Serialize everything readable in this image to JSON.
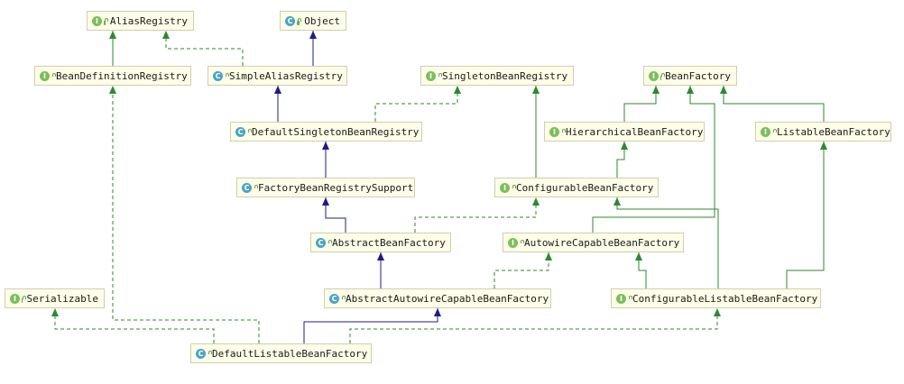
{
  "colors": {
    "implements": "#2d8a2d",
    "extends": "#1c1c8a",
    "interface_icon": "#7bbf5a",
    "class_icon": "#4aa3c9"
  },
  "icons": {
    "interface": "interface-icon",
    "class": "class-icon",
    "visibility": "lock-icon"
  },
  "nodes": {
    "aliasRegistry": {
      "label": "AliasRegistry",
      "kind": "interface"
    },
    "object": {
      "label": "Object",
      "kind": "class"
    },
    "beanDefinitionRegistry": {
      "label": "BeanDefinitionRegistry",
      "kind": "interface"
    },
    "simpleAliasRegistry": {
      "label": "SimpleAliasRegistry",
      "kind": "class"
    },
    "singletonBeanRegistry": {
      "label": "SingletonBeanRegistry",
      "kind": "interface"
    },
    "beanFactory": {
      "label": "BeanFactory",
      "kind": "interface"
    },
    "defaultSingletonBeanRegistry": {
      "label": "DefaultSingletonBeanRegistry",
      "kind": "class"
    },
    "hierarchicalBeanFactory": {
      "label": "HierarchicalBeanFactory",
      "kind": "interface"
    },
    "listableBeanFactory": {
      "label": "ListableBeanFactory",
      "kind": "interface"
    },
    "factoryBeanRegistrySupport": {
      "label": "FactoryBeanRegistrySupport",
      "kind": "class"
    },
    "configurableBeanFactory": {
      "label": "ConfigurableBeanFactory",
      "kind": "interface"
    },
    "abstractBeanFactory": {
      "label": "AbstractBeanFactory",
      "kind": "class"
    },
    "autowireCapableBeanFactory": {
      "label": "AutowireCapableBeanFactory",
      "kind": "interface"
    },
    "serializable": {
      "label": "Serializable",
      "kind": "interface"
    },
    "abstractAutowireCapableBeanFactory": {
      "label": "AbstractAutowireCapableBeanFactory",
      "kind": "class"
    },
    "configurableListableBeanFactory": {
      "label": "ConfigurableListableBeanFactory",
      "kind": "interface"
    },
    "defaultListableBeanFactory": {
      "label": "DefaultListableBeanFactory",
      "kind": "class"
    }
  },
  "edges": [
    {
      "from": "beanDefinitionRegistry",
      "to": "aliasRegistry",
      "type": "extends-interface"
    },
    {
      "from": "simpleAliasRegistry",
      "to": "aliasRegistry",
      "type": "implements"
    },
    {
      "from": "simpleAliasRegistry",
      "to": "object",
      "type": "extends"
    },
    {
      "from": "defaultSingletonBeanRegistry",
      "to": "simpleAliasRegistry",
      "type": "extends"
    },
    {
      "from": "defaultSingletonBeanRegistry",
      "to": "singletonBeanRegistry",
      "type": "implements"
    },
    {
      "from": "hierarchicalBeanFactory",
      "to": "beanFactory",
      "type": "extends-interface"
    },
    {
      "from": "listableBeanFactory",
      "to": "beanFactory",
      "type": "extends-interface"
    },
    {
      "from": "factoryBeanRegistrySupport",
      "to": "defaultSingletonBeanRegistry",
      "type": "extends"
    },
    {
      "from": "configurableBeanFactory",
      "to": "hierarchicalBeanFactory",
      "type": "extends-interface"
    },
    {
      "from": "configurableBeanFactory",
      "to": "singletonBeanRegistry",
      "type": "extends-interface"
    },
    {
      "from": "abstractBeanFactory",
      "to": "factoryBeanRegistrySupport",
      "type": "extends"
    },
    {
      "from": "abstractBeanFactory",
      "to": "configurableBeanFactory",
      "type": "implements"
    },
    {
      "from": "autowireCapableBeanFactory",
      "to": "beanFactory",
      "type": "extends-interface"
    },
    {
      "from": "abstractAutowireCapableBeanFactory",
      "to": "abstractBeanFactory",
      "type": "extends"
    },
    {
      "from": "abstractAutowireCapableBeanFactory",
      "to": "autowireCapableBeanFactory",
      "type": "implements"
    },
    {
      "from": "configurableListableBeanFactory",
      "to": "autowireCapableBeanFactory",
      "type": "extends-interface"
    },
    {
      "from": "configurableListableBeanFactory",
      "to": "configurableBeanFactory",
      "type": "extends-interface"
    },
    {
      "from": "configurableListableBeanFactory",
      "to": "listableBeanFactory",
      "type": "extends-interface"
    },
    {
      "from": "defaultListableBeanFactory",
      "to": "abstractAutowireCapableBeanFactory",
      "type": "extends"
    },
    {
      "from": "defaultListableBeanFactory",
      "to": "configurableListableBeanFactory",
      "type": "implements"
    },
    {
      "from": "defaultListableBeanFactory",
      "to": "beanDefinitionRegistry",
      "type": "implements"
    },
    {
      "from": "defaultListableBeanFactory",
      "to": "serializable",
      "type": "implements"
    }
  ]
}
